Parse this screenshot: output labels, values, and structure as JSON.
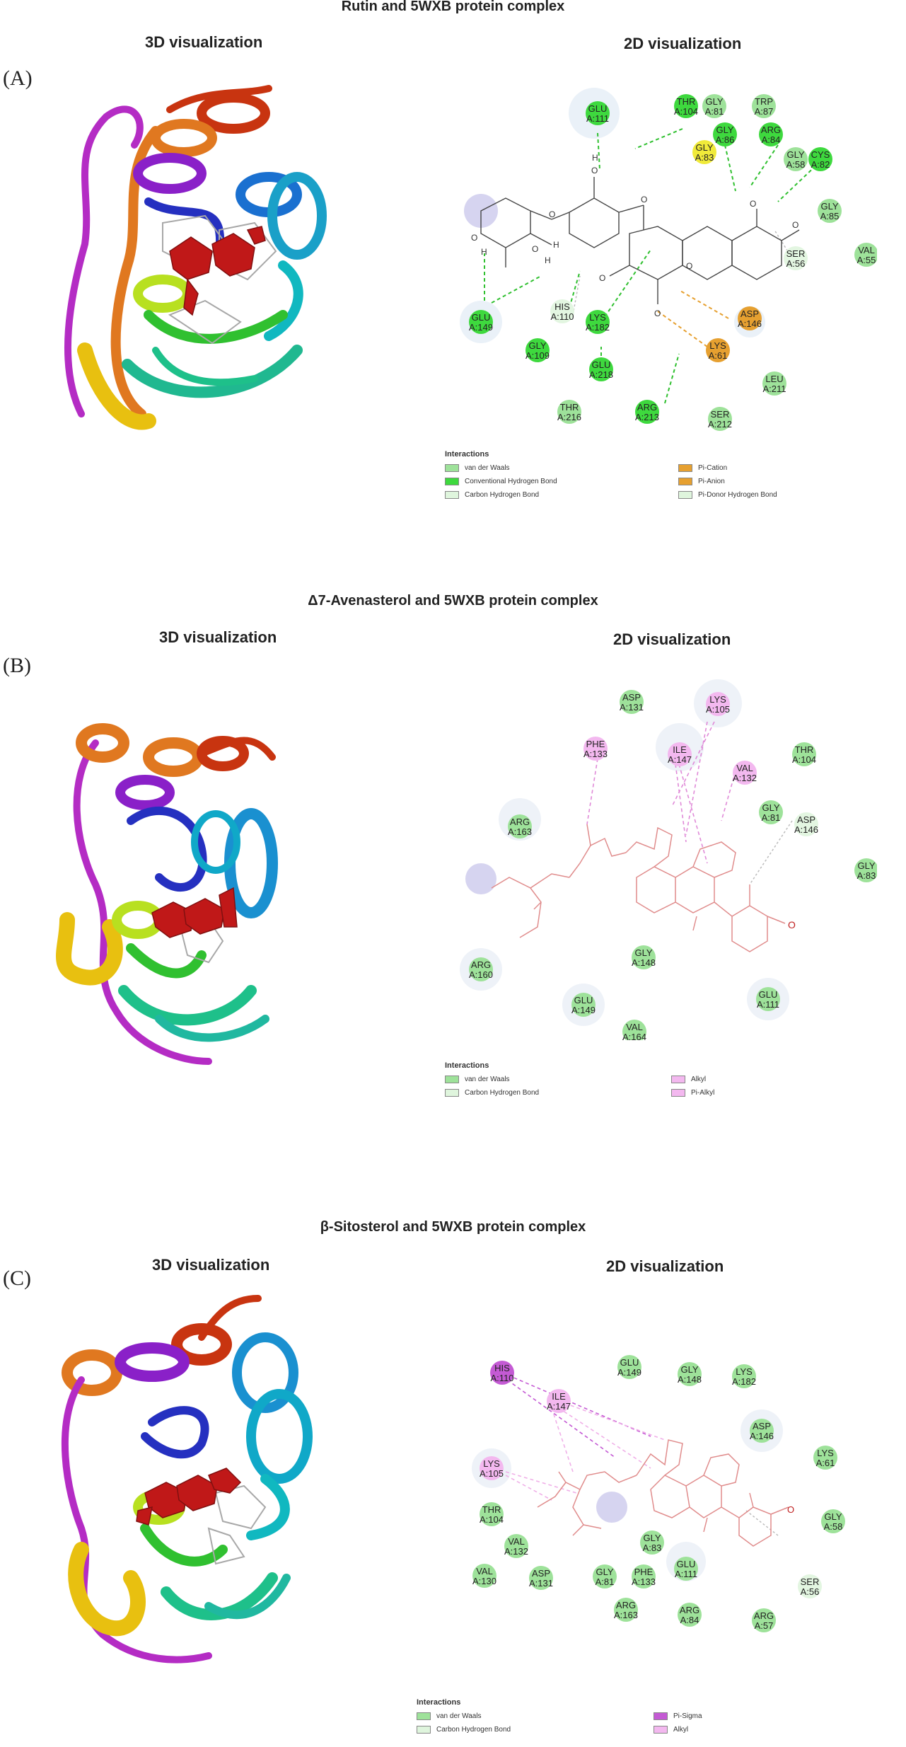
{
  "panels": [
    {
      "id": "A",
      "label": "(A)",
      "title": "Rutin and 5WXB protein complex",
      "sub3d": "3D visualization",
      "sub2d": "2D visualization",
      "residues": [
        {
          "name": "GLU",
          "num": "A:111",
          "type": "hbond",
          "halo": true
        },
        {
          "name": "THR",
          "num": "A:104",
          "type": "hbond"
        },
        {
          "name": "GLY",
          "num": "A:81",
          "type": "vdw"
        },
        {
          "name": "TRP",
          "num": "A:87",
          "type": "vdw"
        },
        {
          "name": "GLY",
          "num": "A:86",
          "type": "hbond"
        },
        {
          "name": "ARG",
          "num": "A:84",
          "type": "hbond"
        },
        {
          "name": "GLY",
          "num": "A:83",
          "type": "yellow"
        },
        {
          "name": "GLY",
          "num": "A:58",
          "type": "vdw"
        },
        {
          "name": "CYS",
          "num": "A:82",
          "type": "hbond"
        },
        {
          "name": "GLY",
          "num": "A:85",
          "type": "vdw"
        },
        {
          "name": "VAL",
          "num": "A:55",
          "type": "vdw"
        },
        {
          "name": "SER",
          "num": "A:56",
          "type": "carbon"
        },
        {
          "name": "GLU",
          "num": "A:149",
          "type": "hbond",
          "halo": true
        },
        {
          "name": "HIS",
          "num": "A:110",
          "type": "carbon"
        },
        {
          "name": "LYS",
          "num": "A:182",
          "type": "hbond"
        },
        {
          "name": "ASP",
          "num": "A:146",
          "type": "orange",
          "halo": true
        },
        {
          "name": "LYS",
          "num": "A:61",
          "type": "orange"
        },
        {
          "name": "GLY",
          "num": "A:109",
          "type": "hbond"
        },
        {
          "name": "GLU",
          "num": "A:218",
          "type": "hbond"
        },
        {
          "name": "LEU",
          "num": "A:211",
          "type": "vdw"
        },
        {
          "name": "THR",
          "num": "A:216",
          "type": "vdw"
        },
        {
          "name": "ARG",
          "num": "A:213",
          "type": "hbond"
        },
        {
          "name": "SER",
          "num": "A:212",
          "type": "vdw"
        }
      ],
      "legend": {
        "title": "Interactions",
        "items": [
          {
            "label": "van der Waals",
            "color": "#9ee29a"
          },
          {
            "label": "Conventional Hydrogen Bond",
            "color": "#3ed93e"
          },
          {
            "label": "Carbon Hydrogen Bond",
            "color": "#dff5dd"
          },
          {
            "label": "Pi-Cation",
            "color": "#e6a030"
          },
          {
            "label": "Pi-Anion",
            "color": "#e6a030"
          },
          {
            "label": "Pi-Donor Hydrogen Bond",
            "color": "#dff5dd"
          }
        ]
      }
    },
    {
      "id": "B",
      "label": "(B)",
      "title": "Δ7-Avenasterol and 5WXB protein complex",
      "sub3d": "3D visualization",
      "sub2d": "2D visualization",
      "residues": [
        {
          "name": "ASP",
          "num": "A:131",
          "type": "vdw"
        },
        {
          "name": "LYS",
          "num": "A:105",
          "type": "alkyl",
          "halo": true
        },
        {
          "name": "PHE",
          "num": "A:133",
          "type": "alkyl"
        },
        {
          "name": "ILE",
          "num": "A:147",
          "type": "alkyl",
          "halo": true
        },
        {
          "name": "THR",
          "num": "A:104",
          "type": "vdw"
        },
        {
          "name": "VAL",
          "num": "A:132",
          "type": "alkyl"
        },
        {
          "name": "ARG",
          "num": "A:163",
          "type": "vdw",
          "halo": true
        },
        {
          "name": "GLY",
          "num": "A:81",
          "type": "vdw"
        },
        {
          "name": "ASP",
          "num": "A:146",
          "type": "carbon"
        },
        {
          "name": "GLY",
          "num": "A:83",
          "type": "vdw"
        },
        {
          "name": "ARG",
          "num": "A:160",
          "type": "vdw",
          "halo": true
        },
        {
          "name": "GLY",
          "num": "A:148",
          "type": "vdw"
        },
        {
          "name": "GLU",
          "num": "A:149",
          "type": "vdw",
          "halo": true
        },
        {
          "name": "GLU",
          "num": "A:111",
          "type": "vdw",
          "halo": true
        },
        {
          "name": "VAL",
          "num": "A:164",
          "type": "vdw"
        }
      ],
      "legend": {
        "title": "Interactions",
        "items": [
          {
            "label": "van der Waals",
            "color": "#9ee29a"
          },
          {
            "label": "Carbon Hydrogen Bond",
            "color": "#dff5dd"
          },
          {
            "label": "Alkyl",
            "color": "#f3b8ef"
          },
          {
            "label": "Pi-Alkyl",
            "color": "#f3b8ef"
          }
        ]
      }
    },
    {
      "id": "C",
      "label": "(C)",
      "title": "β-Sitosterol and 5WXB protein complex",
      "sub3d": "3D visualization",
      "sub2d": "2D visualization",
      "residues": [
        {
          "name": "GLU",
          "num": "A:149",
          "type": "vdw"
        },
        {
          "name": "HIS",
          "num": "A:110",
          "type": "pisigma"
        },
        {
          "name": "GLY",
          "num": "A:148",
          "type": "vdw"
        },
        {
          "name": "LYS",
          "num": "A:182",
          "type": "vdw"
        },
        {
          "name": "ILE",
          "num": "A:147",
          "type": "alkyl"
        },
        {
          "name": "ASP",
          "num": "A:146",
          "type": "vdw",
          "halo": true
        },
        {
          "name": "LYS",
          "num": "A:105",
          "type": "alkyl",
          "halo": true
        },
        {
          "name": "LYS",
          "num": "A:61",
          "type": "vdw"
        },
        {
          "name": "THR",
          "num": "A:104",
          "type": "vdw"
        },
        {
          "name": "GLY",
          "num": "A:58",
          "type": "vdw"
        },
        {
          "name": "VAL",
          "num": "A:132",
          "type": "vdw"
        },
        {
          "name": "GLY",
          "num": "A:83",
          "type": "vdw"
        },
        {
          "name": "VAL",
          "num": "A:130",
          "type": "vdw"
        },
        {
          "name": "ASP",
          "num": "A:131",
          "type": "vdw"
        },
        {
          "name": "GLY",
          "num": "A:81",
          "type": "vdw"
        },
        {
          "name": "PHE",
          "num": "A:133",
          "type": "vdw"
        },
        {
          "name": "GLU",
          "num": "A:111",
          "type": "vdw",
          "halo": true
        },
        {
          "name": "SER",
          "num": "A:56",
          "type": "carbon"
        },
        {
          "name": "ARG",
          "num": "A:163",
          "type": "vdw"
        },
        {
          "name": "ARG",
          "num": "A:84",
          "type": "vdw"
        },
        {
          "name": "ARG",
          "num": "A:57",
          "type": "vdw"
        }
      ],
      "legend": {
        "title": "Interactions",
        "items": [
          {
            "label": "van der Waals",
            "color": "#9ee29a"
          },
          {
            "label": "Carbon Hydrogen Bond",
            "color": "#dff5dd"
          },
          {
            "label": "Pi-Sigma",
            "color": "#c45ad4"
          },
          {
            "label": "Alkyl",
            "color": "#f3b8ef"
          }
        ]
      }
    }
  ],
  "colors": {
    "vdw": "#9ee29a",
    "hbond": "#3ed93e",
    "carbon": "#e3f6e1",
    "orange": "#e6a030",
    "yellow": "#f0ea3a",
    "alkyl": "#f3b8ef",
    "pisigma": "#c45ad4"
  }
}
